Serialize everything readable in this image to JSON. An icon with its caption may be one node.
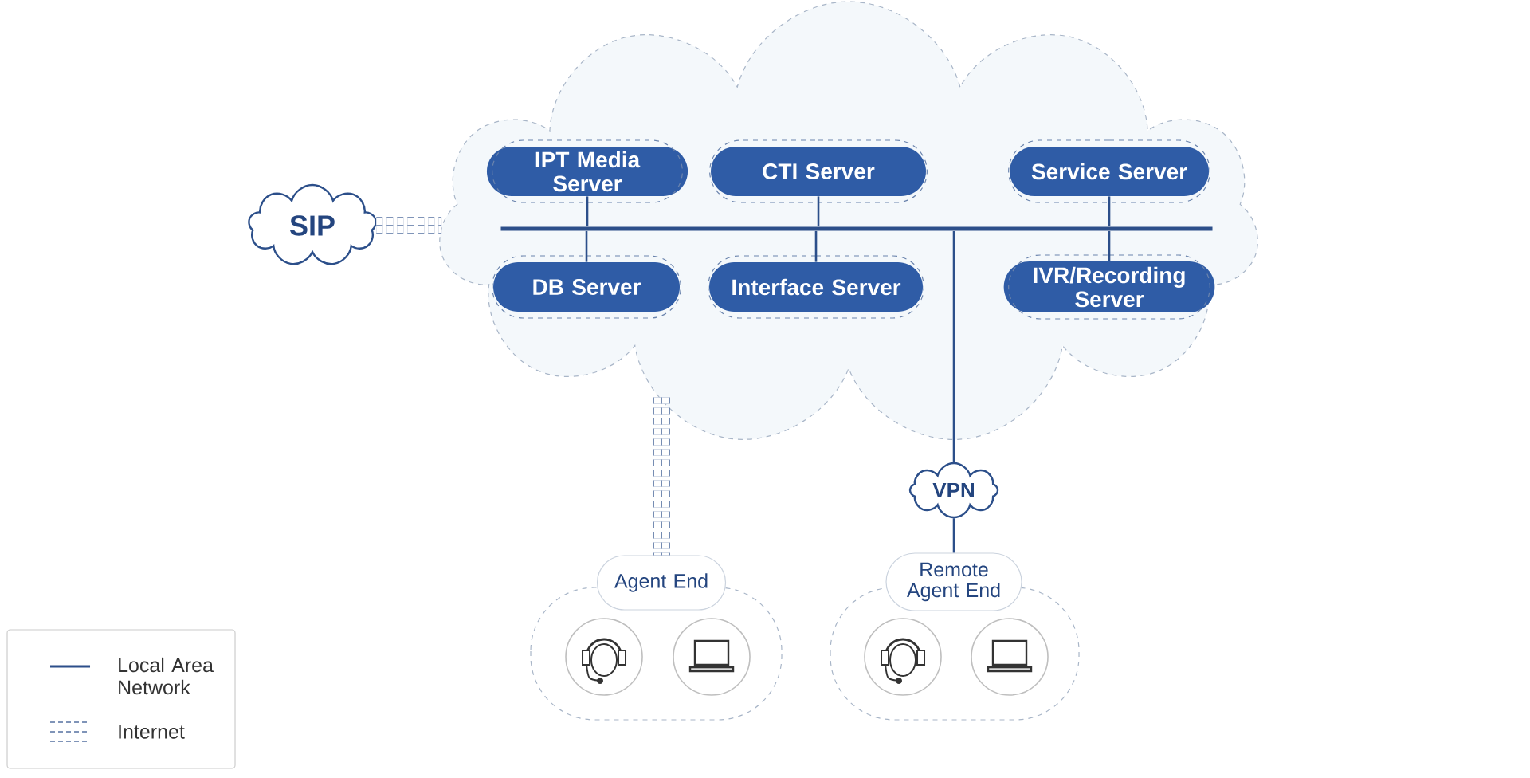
{
  "diagram": {
    "nodes": [
      {
        "text": [],
        "shape": "cloud"
      },
      {
        "text": [
          "IPT Media Server"
        ],
        "in": 0
      },
      {
        "text": [
          "CTI Server"
        ],
        "in": 0
      },
      {
        "text": [
          "Service Server"
        ],
        "in": 0
      },
      {
        "text": [
          "DB Server"
        ],
        "in": 0
      },
      {
        "text": [
          "Interface Server"
        ],
        "in": 0
      },
      {
        "text": [
          "IVR/Recording Server"
        ],
        "in": 0
      },
      {
        "text": [],
        "shape": "bar",
        "in": 0
      },
      {
        "text": [
          "SIP"
        ]
      },
      {
        "text": [
          "VPN"
        ]
      },
      {
        "text": [
          "Agent End"
        ]
      },
      {
        "text": [
          "Remote Agent End"
        ]
      }
    ],
    "edges": [
      {
        "from": 1,
        "to": 7,
        "arrow": "none"
      },
      {
        "from": 2,
        "to": 7,
        "arrow": "none"
      },
      {
        "from": 3,
        "to": 7,
        "arrow": "none"
      },
      {
        "from": 4,
        "to": 7,
        "arrow": "none"
      },
      {
        "from": 5,
        "to": 7,
        "arrow": "none"
      },
      {
        "from": 6,
        "to": 7,
        "arrow": "none"
      },
      {
        "from": 8,
        "to": 0,
        "arrow": "none",
        "style": "dashed"
      },
      {
        "from": 0,
        "to": 10,
        "arrow": "none",
        "style": "dashed"
      },
      {
        "from": 7,
        "to": 9,
        "arrow": "none"
      },
      {
        "from": 9,
        "to": 11,
        "arrow": "none"
      }
    ],
    "legend": [
      {
        "text": "Local Area Network"
      },
      {
        "text": "Internet"
      }
    ]
  }
}
